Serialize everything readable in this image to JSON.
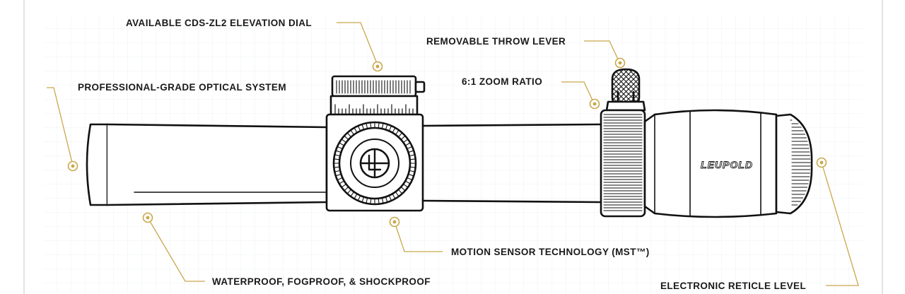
{
  "callouts": {
    "elevation_dial": "AVAILABLE CDS-ZL2 ELEVATION DIAL",
    "throw_lever": "REMOVABLE THROW LEVER",
    "optical_system": "PROFESSIONAL-GRADE OPTICAL SYSTEM",
    "zoom_ratio": "6:1 ZOOM RATIO",
    "motion_sensor": "MOTION SENSOR TECHNOLOGY (MST™)",
    "waterproof": "WATERPROOF, FOGPROOF, & SHOCKPROOF",
    "reticle_level": "ELECTRONIC RETICLE LEVEL"
  },
  "scope": {
    "brand": "LEUPOLD"
  },
  "colors": {
    "accent": "#c9a74a",
    "line": "#111111",
    "grid": "#eef1f5",
    "frame": "#e3e3e3"
  }
}
